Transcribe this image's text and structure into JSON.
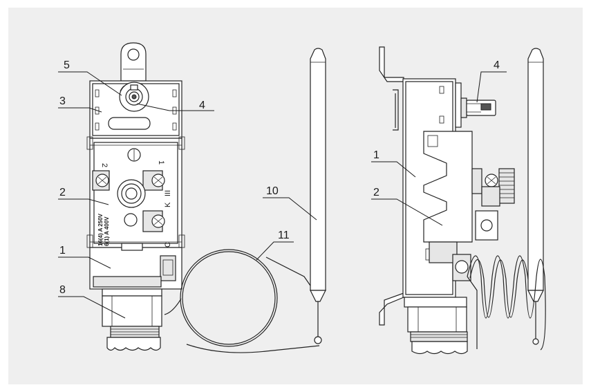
{
  "figure": {
    "front_view": {
      "labels": [
        "5",
        "3",
        "4",
        "2",
        "1",
        "8",
        "10",
        "11"
      ],
      "terminal_marks": [
        "2",
        "1"
      ],
      "side_markings": [
        "C",
        "K",
        "III"
      ],
      "rating_lines": [
        "16(4) A 250V",
        "6(1) A 400V"
      ]
    },
    "side_view": {
      "labels": [
        "4",
        "1",
        "2"
      ]
    }
  }
}
